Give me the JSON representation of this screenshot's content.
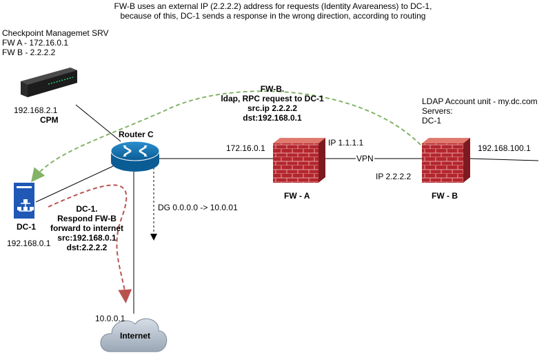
{
  "header": {
    "line1": "FW-B uses an external IP (2.2.2.2) address for requests (Identity Avareaness) to DC-1,",
    "line2": "because of this, DC-1 sends a response in the wrong direction, according to routing"
  },
  "cpm": {
    "title": "Checkpoint Managemet SRV",
    "fw_a": "FW A - 172.16.0.1",
    "fw_b": "FW B - 2.2.2.2",
    "ip": "192.168.2.1",
    "label": "CPM"
  },
  "router": {
    "label": "Router C",
    "dg": "DG 0.0.0.0 -> 10.0.01"
  },
  "fw_a": {
    "label": "FW - A",
    "left_ip": "172.16.0.1",
    "right_ip": "IP 1.1.1.1"
  },
  "fw_b": {
    "label": "FW - B",
    "left_ip": "IP 2.2.2.2",
    "right_ip": "192.168.100.1"
  },
  "vpn": {
    "label": "VPN"
  },
  "ldap": {
    "line1": "LDAP Account unit - my.dc.com",
    "line2": "Servers:",
    "line3": "DC-1"
  },
  "fwb_request": {
    "line1": "FW-B.",
    "line2": "ldap, RPC request to DC-1",
    "line3": "src.ip 2.2.2.2",
    "line4": "dst:192.168.0.1"
  },
  "dc1": {
    "label": "DC-1",
    "ip": "192.168.0.1",
    "resp1": "DC-1.",
    "resp2": "Respond FW-B",
    "resp3": "forward to internet",
    "resp4": "src:192.168.0.1",
    "resp5": "dst:2.2.2.2"
  },
  "internet": {
    "ip": "10.0.0.1",
    "label": "Internet"
  },
  "colors": {
    "green_arrow": "#82b366",
    "red_arrow": "#b85450",
    "router_blue": "#0e6fa8",
    "server_blue": "#1f58b5",
    "fw_red": "#c0392b"
  }
}
